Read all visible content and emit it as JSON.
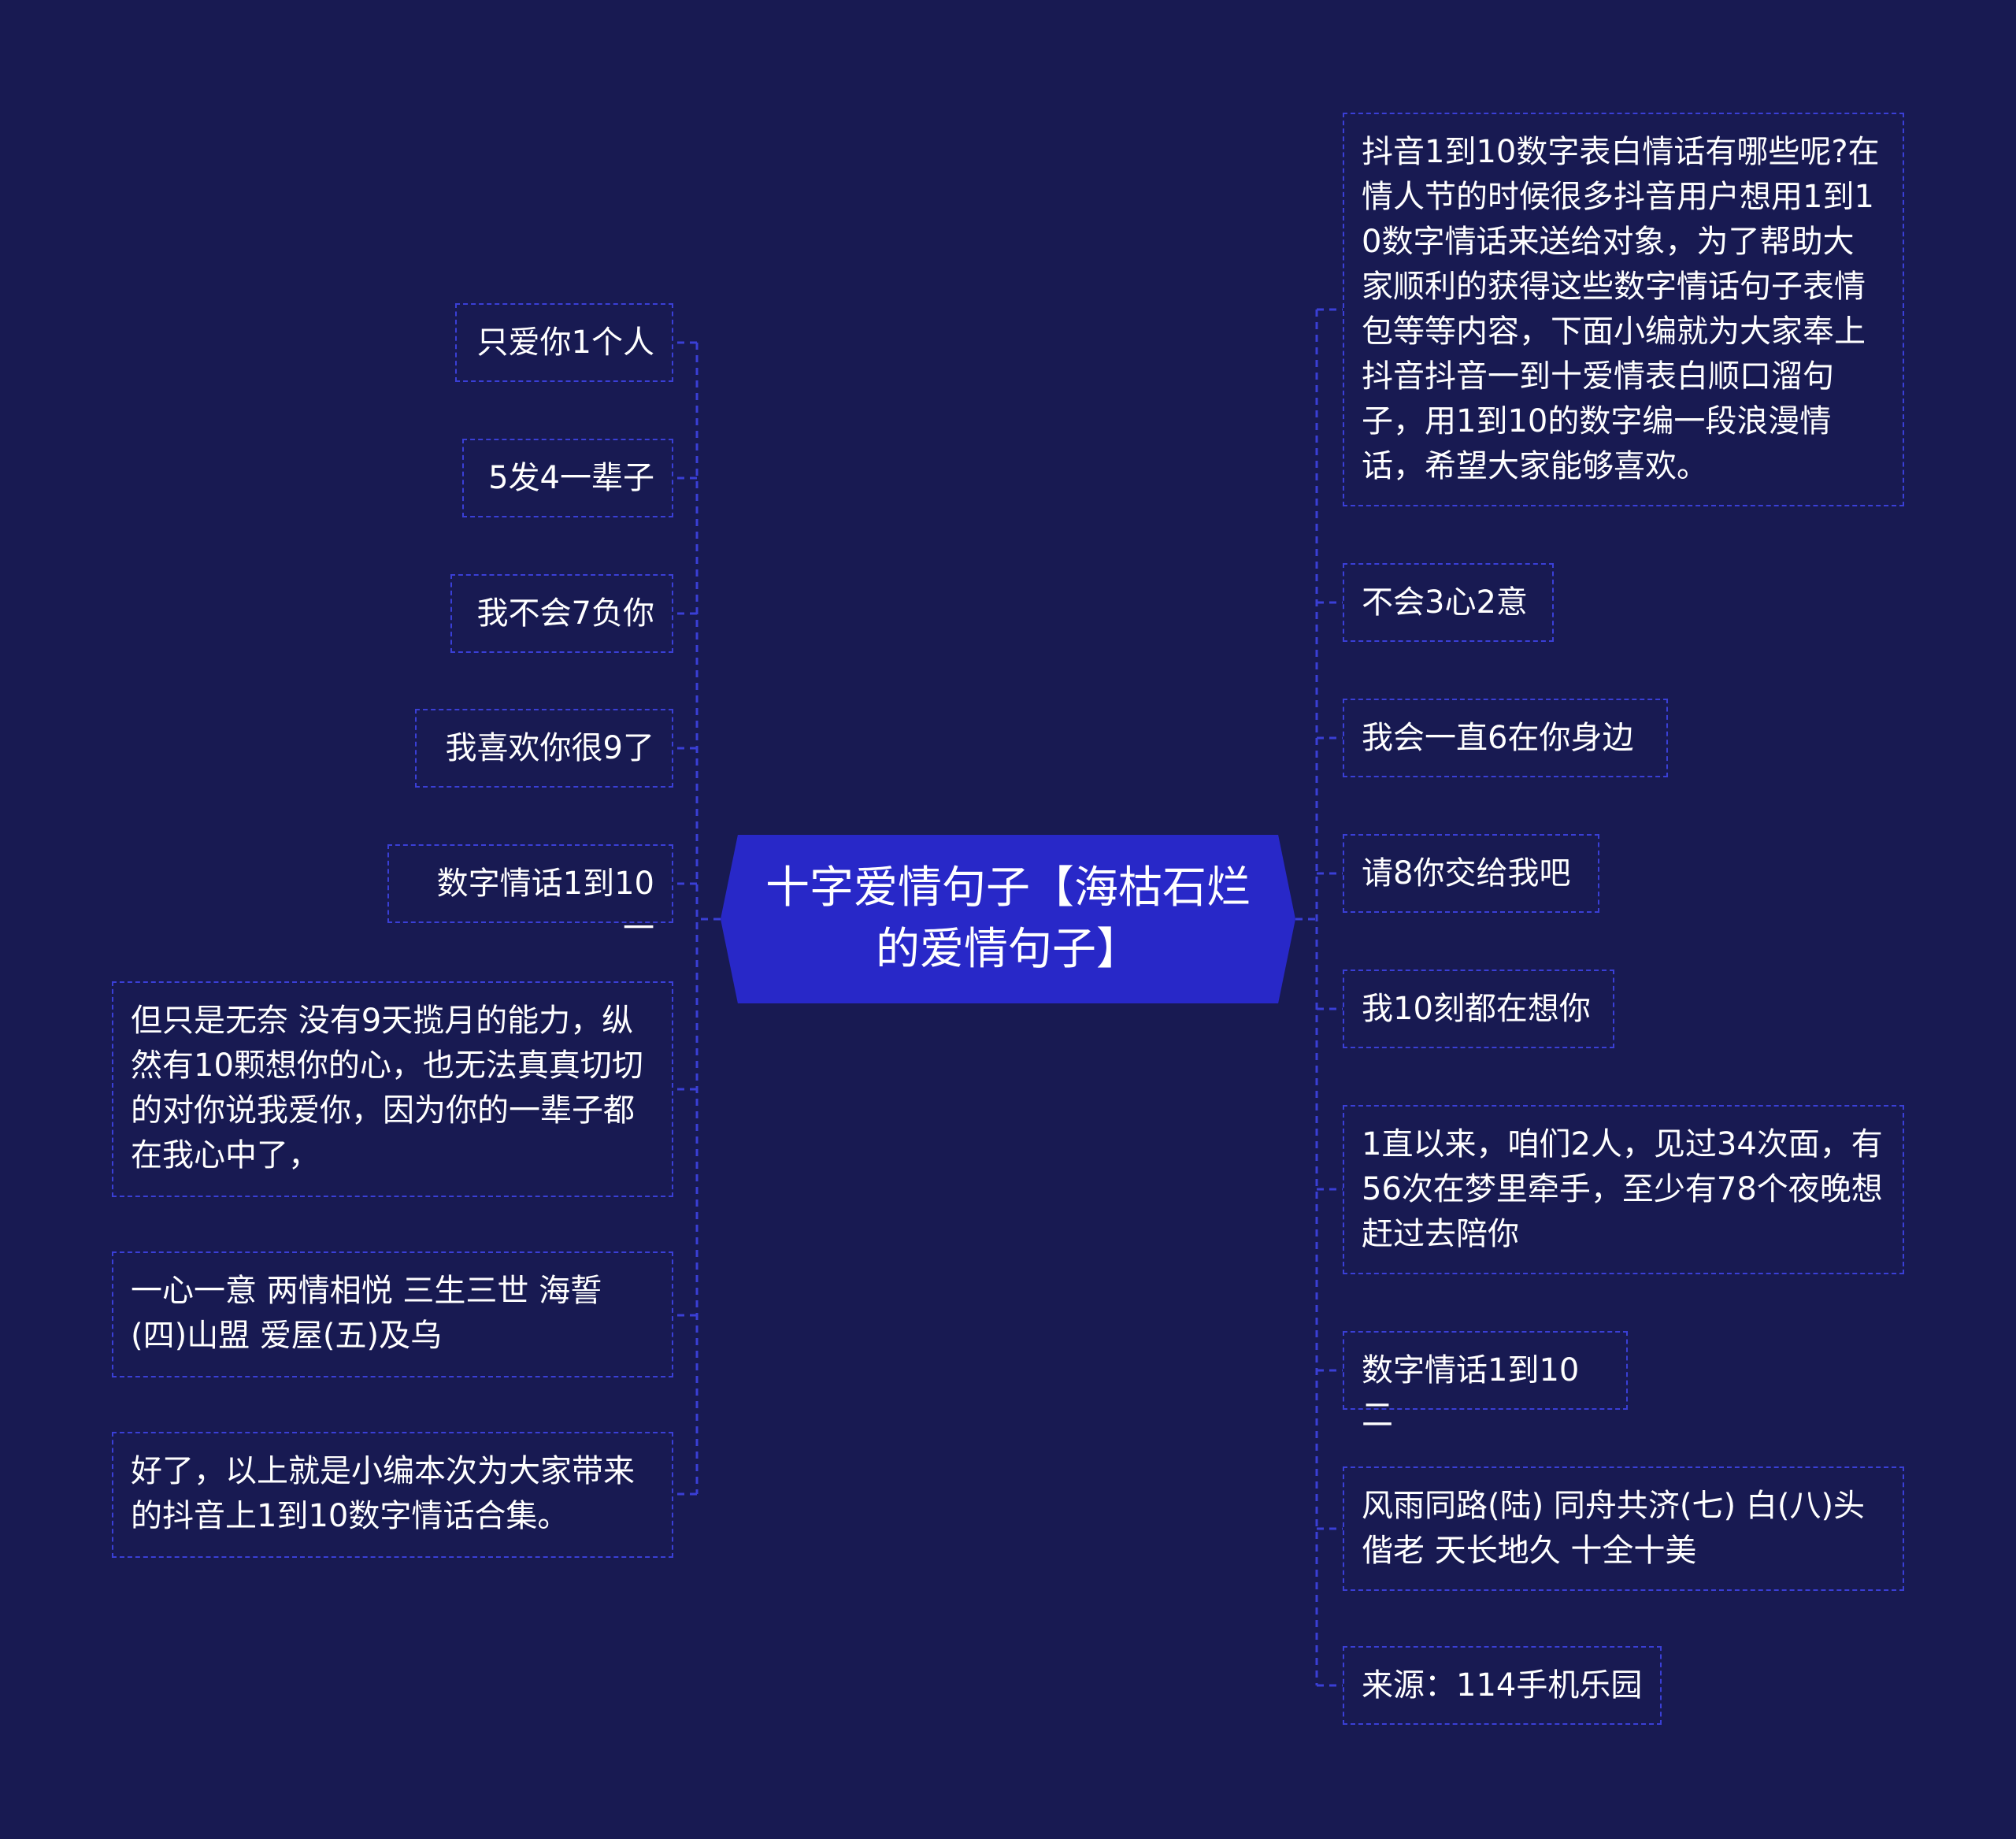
{
  "central_topic": "十字爱情句子【海枯石烂的爱情句子】",
  "left_branches": [
    "只爱你1个人",
    "5发4一辈子",
    "我不会7负你",
    "我喜欢你很9了",
    "数字情话1到10一",
    "但只是无奈 没有9天揽月的能力，纵然有10颗想你的心，也无法真真切切的对你说我爱你，因为你的一辈子都在我心中了，",
    "一心一意 两情相悦 三生三世 海誓(四)山盟 爱屋(五)及乌",
    "好了，以上就是小编本次为大家带来的抖音上1到10数字情话合集。"
  ],
  "right_branches": [
    "抖音1到10数字表白情话有哪些呢?在情人节的时候很多抖音用户想用1到10数字情话来送给对象，为了帮助大家顺利的获得这些数字情话句子表情包等等内容，下面小编就为大家奉上抖音抖音一到十爱情表白顺口溜句子，用1到10的数字编一段浪漫情话，希望大家能够喜欢。",
    "不会3心2意",
    "我会一直6在你身边",
    "请8你交给我吧",
    "我10刻都在想你",
    "1直以来，咱们2人，见过34次面，有56次在梦里牵手，至少有78个夜晚想赶过去陪你",
    "数字情话1到10二",
    "风雨同路(陆) 同舟共济(七) 白(八)头偕老 天长地久 十全十美",
    "来源：114手机乐园"
  ],
  "colors": {
    "background": "#181a52",
    "center_fill": "#2828c8",
    "connector": "#3a3fd6",
    "text": "#ffffff"
  }
}
